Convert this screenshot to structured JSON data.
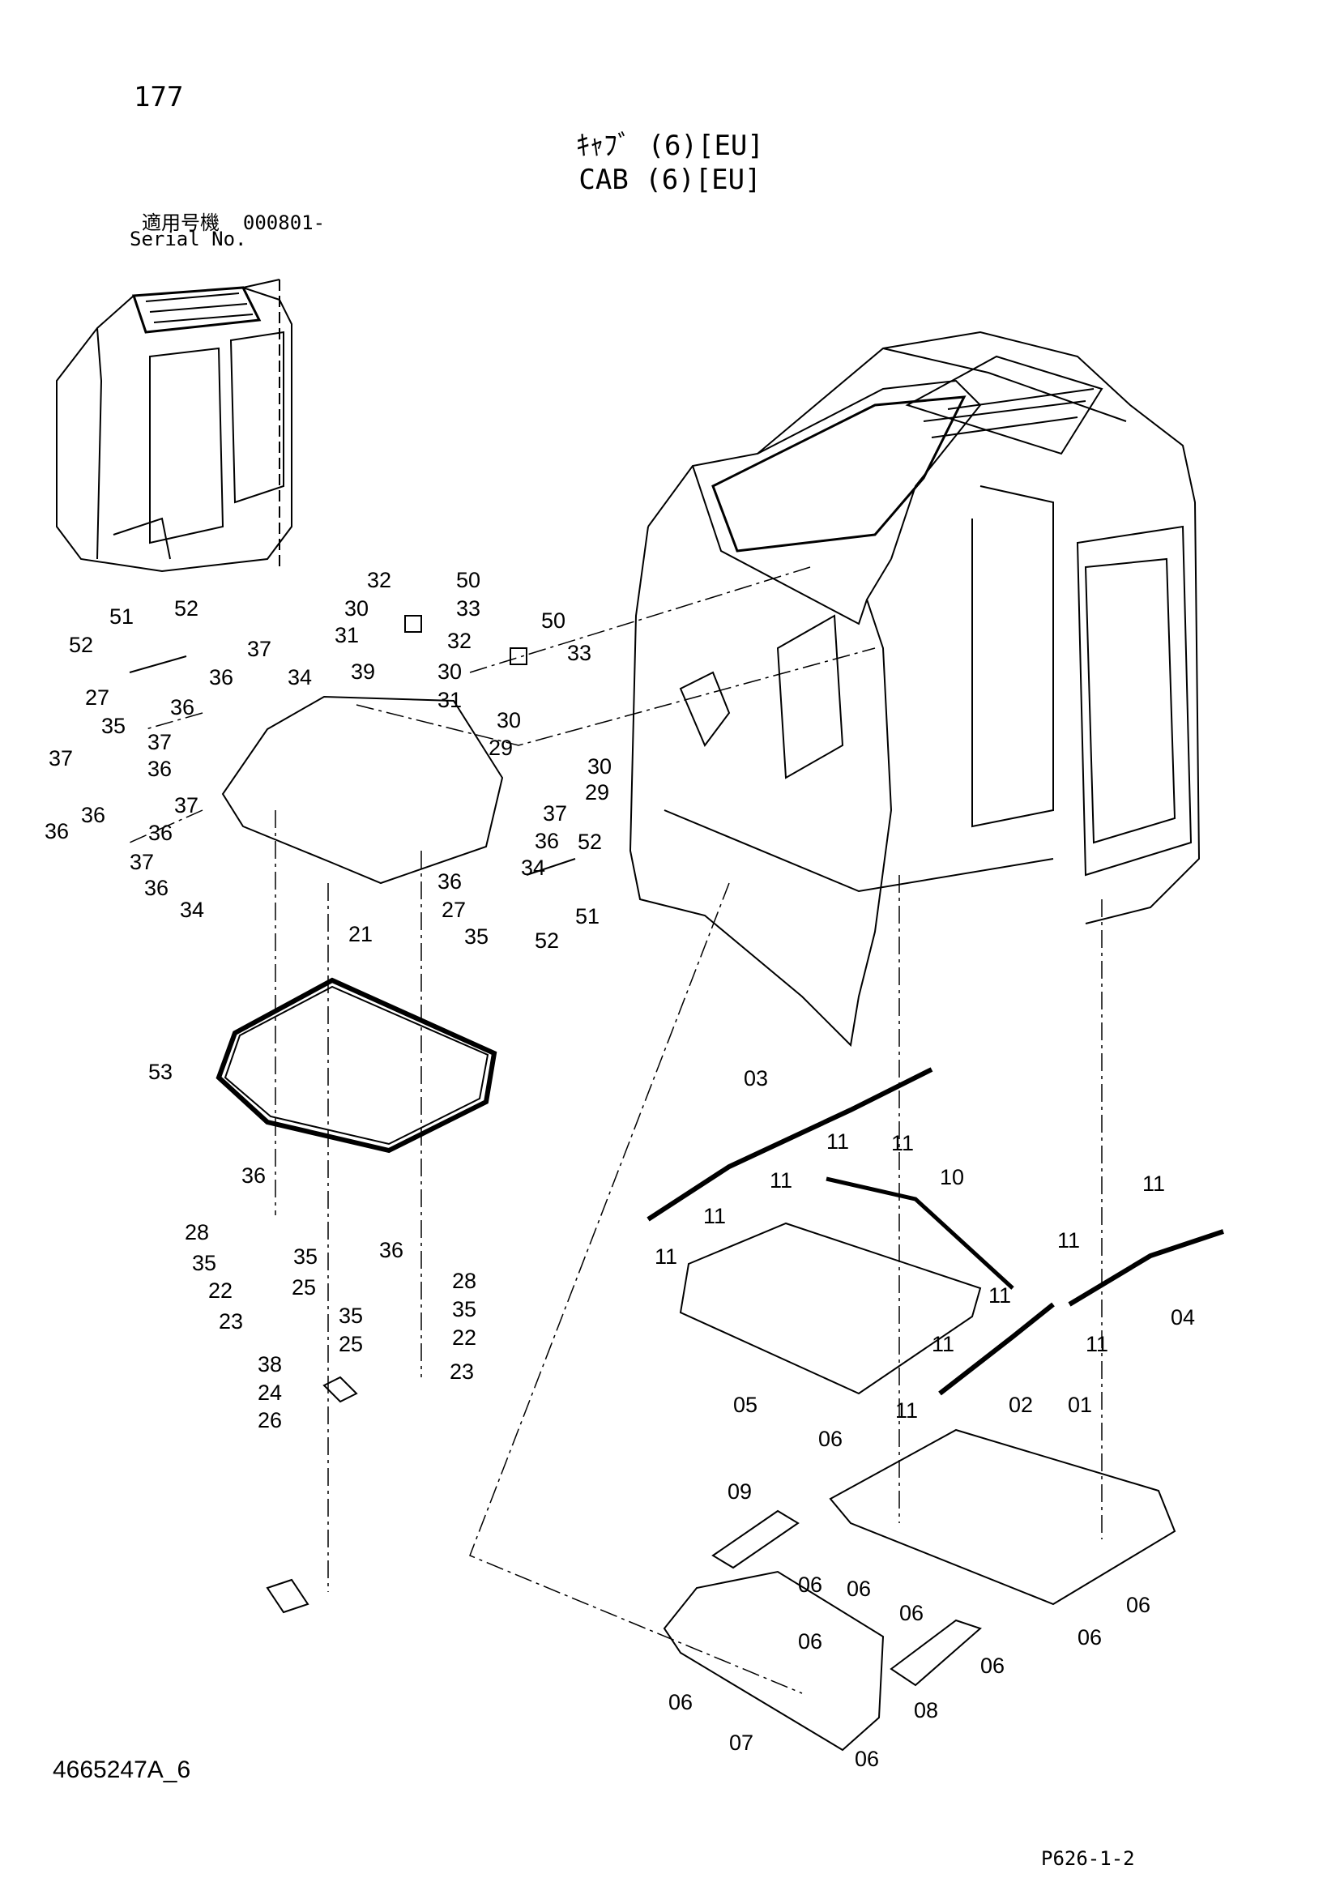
{
  "header": {
    "page_number": "177",
    "title_jp": "ｷｬﾌﾞ (6)[EU]",
    "title_en": "CAB (6)[EU]",
    "serial_label_jp": "適用号機",
    "serial_value": "000801-",
    "serial_label_en": "Serial No."
  },
  "footer": {
    "drawing_number": "4665247A_6",
    "page_code": "P626-1-2"
  },
  "callouts": [
    "32",
    "50",
    "33",
    "30",
    "31",
    "39",
    "32",
    "50",
    "33",
    "30",
    "31",
    "30",
    "29",
    "30",
    "29",
    "51",
    "52",
    "52",
    "27",
    "36",
    "35",
    "37",
    "36",
    "34",
    "37",
    "37",
    "36",
    "36",
    "36",
    "34",
    "37",
    "36",
    "37",
    "36",
    "34",
    "21",
    "37",
    "36",
    "34",
    "36",
    "52",
    "27",
    "35",
    "52",
    "51",
    "53",
    "36",
    "28",
    "35",
    "35",
    "22",
    "25",
    "23",
    "36",
    "28",
    "35",
    "35",
    "22",
    "25",
    "23",
    "38",
    "24",
    "26",
    "03",
    "11",
    "11",
    "11",
    "11",
    "10",
    "11",
    "11",
    "11",
    "11",
    "11",
    "04",
    "05",
    "11",
    "02",
    "11",
    "06",
    "01",
    "09",
    "06",
    "06",
    "06",
    "06",
    "06",
    "06",
    "06",
    "06",
    "07",
    "08",
    "06"
  ]
}
